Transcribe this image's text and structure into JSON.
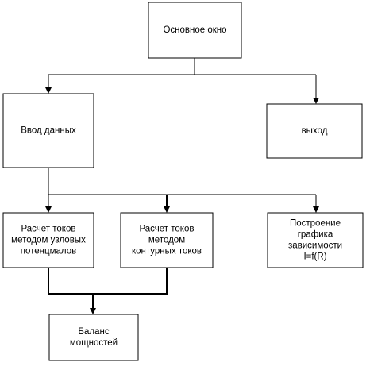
{
  "nodes": {
    "main_window": {
      "lines": [
        "Основное окно"
      ]
    },
    "data_input": {
      "lines": [
        "Ввод данных"
      ]
    },
    "exit": {
      "lines": [
        "выход"
      ]
    },
    "nodal_potentials": {
      "lines": [
        "Расчет токов",
        "методом узловых",
        "потенцмалов"
      ]
    },
    "loop_currents": {
      "lines": [
        "Расчет токов",
        "методом",
        "контурных токов"
      ]
    },
    "dependency_plot": {
      "lines": [
        "Построение",
        "графика",
        "зависимости",
        "I=f(R)"
      ]
    },
    "power_balance": {
      "lines": [
        "Баланс",
        "мощностей"
      ]
    }
  },
  "colors": {
    "line": "#000000",
    "box_border": "#000000",
    "box_fill": "#ffffff",
    "text": "#000000"
  }
}
